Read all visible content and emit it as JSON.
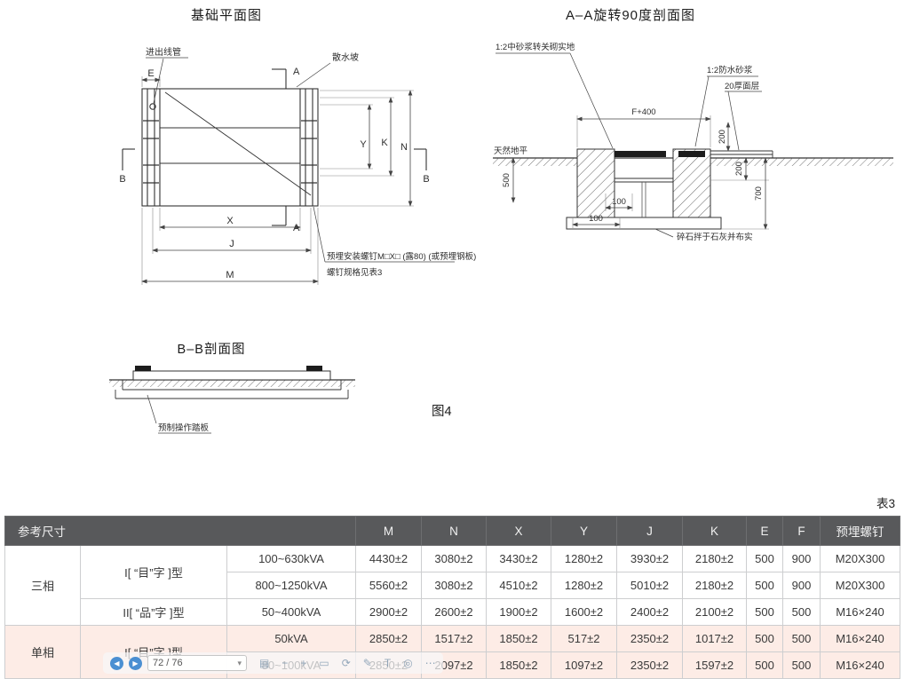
{
  "titles": {
    "plan": "基础平面图",
    "section_aa": "A–A旋转90度剖面图",
    "section_bb": "B–B剖面图",
    "figure": "图4"
  },
  "plan": {
    "labels": {
      "inlet": "进出线管",
      "apron": "散水坡",
      "note1": "预埋安装螺钉M□X□ (露80) (或预埋钢板)",
      "note2": "螺钉规格见表3"
    },
    "dims": {
      "e": "E",
      "x": "X",
      "j": "J",
      "m": "M",
      "y": "Y",
      "k": "K",
      "n": "N",
      "a_top": "A",
      "a_bottom": "A",
      "b_left": "B",
      "b_right": "B"
    }
  },
  "section_aa": {
    "labels": {
      "mortar": "1:2中砂浆转关砌实地",
      "waterproof": "1:2防水砂浆",
      "surface": "20厚面层",
      "ground": "天然地平",
      "gravel": "碎石拌于石灰并布实"
    },
    "dims": {
      "f400": "F+400",
      "top200": "200",
      "left500": "500",
      "w100a": "100",
      "w100b": "100",
      "right200": "200",
      "right700": "700"
    }
  },
  "section_bb": {
    "labels": {
      "tread": "预制操作踏板"
    }
  },
  "table": {
    "caption": "表3",
    "ref_header": "参考尺寸",
    "columns": [
      "M",
      "N",
      "X",
      "Y",
      "J",
      "K",
      "E",
      "F",
      "预埋螺钉"
    ],
    "rows": [
      {
        "phase": "三相",
        "type": "I[ “目”字 ]型",
        "kva": "100~630kVA",
        "m": "4430±2",
        "n": "3080±2",
        "x": "3430±2",
        "y": "1280±2",
        "j": "3930±2",
        "k": "2180±2",
        "e": "500",
        "f": "900",
        "bolt": "M20X300"
      },
      {
        "kva": "800~1250kVA",
        "m": "5560±2",
        "n": "3080±2",
        "x": "4510±2",
        "y": "1280±2",
        "j": "5010±2",
        "k": "2180±2",
        "e": "500",
        "f": "900",
        "bolt": "M20X300"
      },
      {
        "type": "II[ “品”字 ]型",
        "kva": "50~400kVA",
        "m": "2900±2",
        "n": "2600±2",
        "x": "1900±2",
        "y": "1600±2",
        "j": "2400±2",
        "k": "2100±2",
        "e": "500",
        "f": "500",
        "bolt": "M16×240"
      },
      {
        "phase": "单相",
        "type": "I[ “目”字 ]型",
        "kva": "50kVA",
        "m": "2850±2",
        "n": "1517±2",
        "x": "1850±2",
        "y": "517±2",
        "j": "2350±2",
        "k": "1017±2",
        "e": "500",
        "f": "500",
        "bolt": "M16×240"
      },
      {
        "kva": "80~100kVA",
        "m": "2850±2",
        "n": "2097±2",
        "x": "1850±2",
        "y": "1097±2",
        "j": "2350±2",
        "k": "1597±2",
        "e": "500",
        "f": "500",
        "bolt": "M16×240"
      }
    ]
  },
  "toolbar": {
    "prev_glyph": "◀",
    "next_glyph": "▶",
    "page": "72 / 76",
    "caret_glyph": "▾",
    "icons": [
      "▤",
      "−",
      "+",
      "▭",
      "⟳",
      "✎",
      "T",
      "◎",
      "⋯"
    ]
  }
}
